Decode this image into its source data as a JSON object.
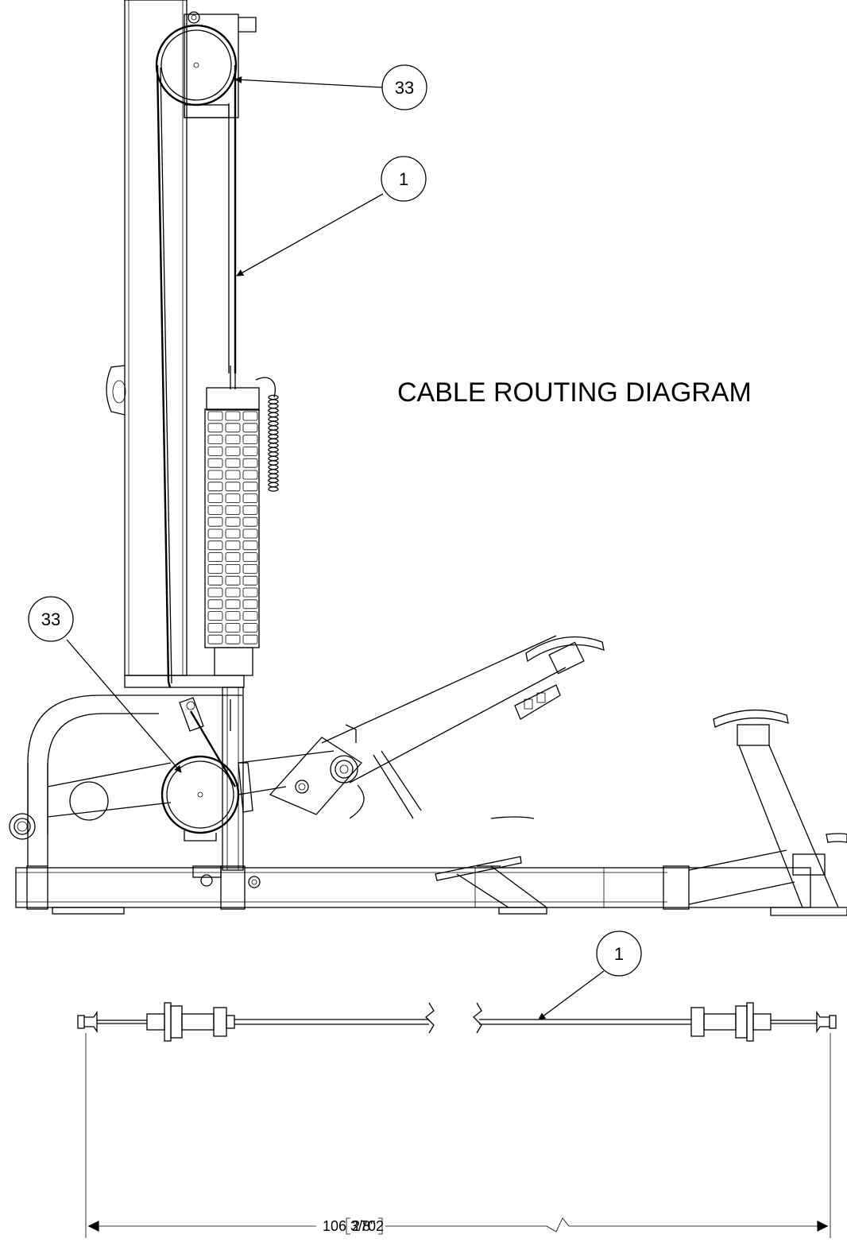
{
  "title": "CABLE ROUTING DIAGRAM",
  "callouts": {
    "upper_pulley": "33",
    "cable_top": "1",
    "lower_pulley": "33",
    "cable_detail": "1"
  },
  "dimension": {
    "imperial": "106 3/8\"",
    "metric": "2702"
  }
}
